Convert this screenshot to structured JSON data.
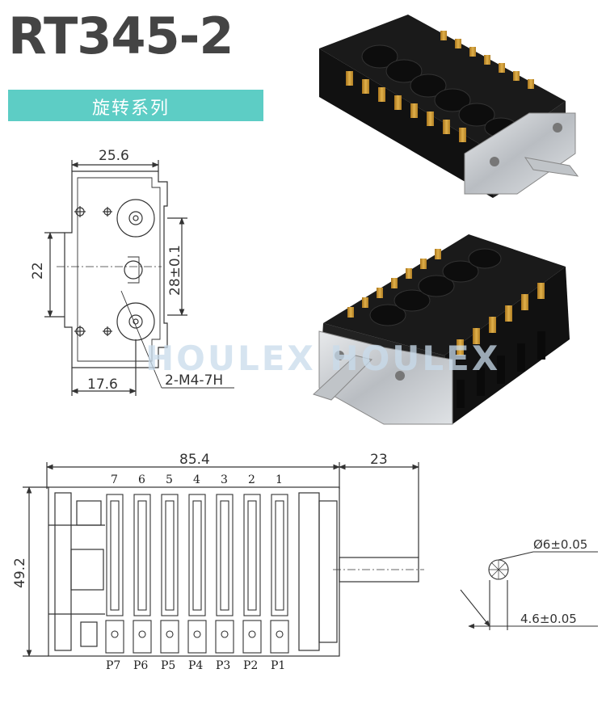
{
  "header": {
    "model": "RT345-2",
    "series_label": "旋转系列"
  },
  "watermark": "HOULEX HOULEX",
  "top_drawing": {
    "width_dim": "25.6",
    "left_height_dim": "22",
    "right_height_dim": "28±0.1",
    "bottom_offset_dim": "17.6",
    "hole_callout": "2-M4-7H"
  },
  "side_drawing": {
    "length_dim": "85.4",
    "shaft_dim": "23",
    "height_dim": "49.2",
    "top_numbers": [
      "7",
      "6",
      "5",
      "4",
      "3",
      "2",
      "1"
    ],
    "bottom_labels": [
      "P7",
      "P6",
      "P5",
      "P4",
      "P3",
      "P2",
      "P1"
    ]
  },
  "shaft_detail": {
    "diameter_dim": "Ø6±0.05",
    "flat_dim": "4.6±0.05"
  },
  "colors": {
    "banner": "#5dcdc5",
    "title_text": "#444444",
    "terminal": "#c8962e",
    "body": "#1c1c1c",
    "bracket": "#c9ccd0"
  }
}
